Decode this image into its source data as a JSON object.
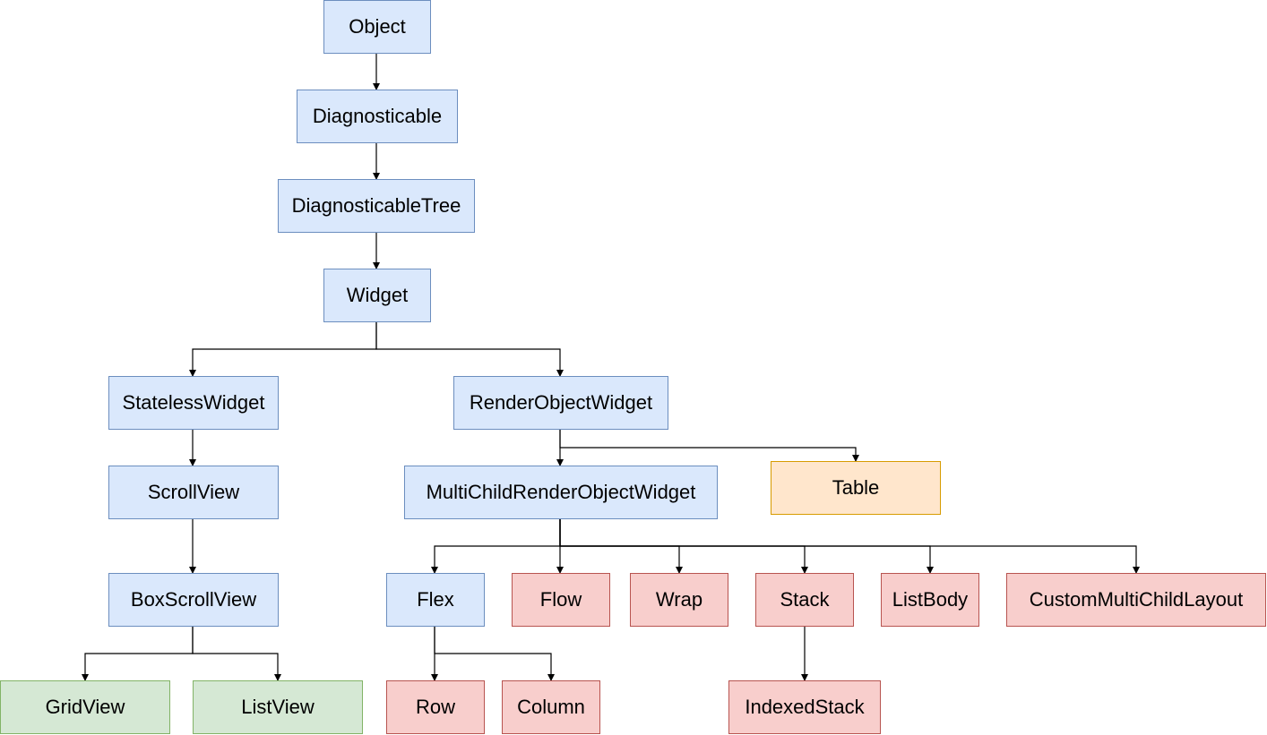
{
  "diagram": {
    "type": "class-hierarchy",
    "colors": {
      "blue_fill": "#dae8fc",
      "blue_border": "#6c8ebf",
      "green_fill": "#d5e8d4",
      "green_border": "#82b366",
      "red_fill": "#f8cecc",
      "red_border": "#b85450",
      "orange_fill": "#ffe6cc",
      "orange_border": "#d79b00",
      "connector": "#000000"
    },
    "nodes": {
      "object": "Object",
      "diagnosticable": "Diagnosticable",
      "diagnosticable_tree": "DiagnosticableTree",
      "widget": "Widget",
      "stateless_widget": "StatelessWidget",
      "render_object_widget": "RenderObjectWidget",
      "scroll_view": "ScrollView",
      "multi_child_render_object_widget": "MultiChildRenderObjectWidget",
      "table": "Table",
      "box_scroll_view": "BoxScrollView",
      "flex": "Flex",
      "flow": "Flow",
      "wrap": "Wrap",
      "stack": "Stack",
      "list_body": "ListBody",
      "custom_multi_child_layout": "CustomMultiChildLayout",
      "grid_view": "GridView",
      "list_view": "ListView",
      "row": "Row",
      "column": "Column",
      "indexed_stack": "IndexedStack"
    },
    "edges": [
      [
        "object",
        "diagnosticable"
      ],
      [
        "diagnosticable",
        "diagnosticable_tree"
      ],
      [
        "diagnosticable_tree",
        "widget"
      ],
      [
        "widget",
        "stateless_widget"
      ],
      [
        "widget",
        "render_object_widget"
      ],
      [
        "stateless_widget",
        "scroll_view"
      ],
      [
        "scroll_view",
        "box_scroll_view"
      ],
      [
        "box_scroll_view",
        "grid_view"
      ],
      [
        "box_scroll_view",
        "list_view"
      ],
      [
        "render_object_widget",
        "multi_child_render_object_widget"
      ],
      [
        "render_object_widget",
        "table"
      ],
      [
        "multi_child_render_object_widget",
        "flex"
      ],
      [
        "multi_child_render_object_widget",
        "flow"
      ],
      [
        "multi_child_render_object_widget",
        "wrap"
      ],
      [
        "multi_child_render_object_widget",
        "stack"
      ],
      [
        "multi_child_render_object_widget",
        "list_body"
      ],
      [
        "multi_child_render_object_widget",
        "custom_multi_child_layout"
      ],
      [
        "flex",
        "row"
      ],
      [
        "flex",
        "column"
      ],
      [
        "stack",
        "indexed_stack"
      ]
    ]
  }
}
